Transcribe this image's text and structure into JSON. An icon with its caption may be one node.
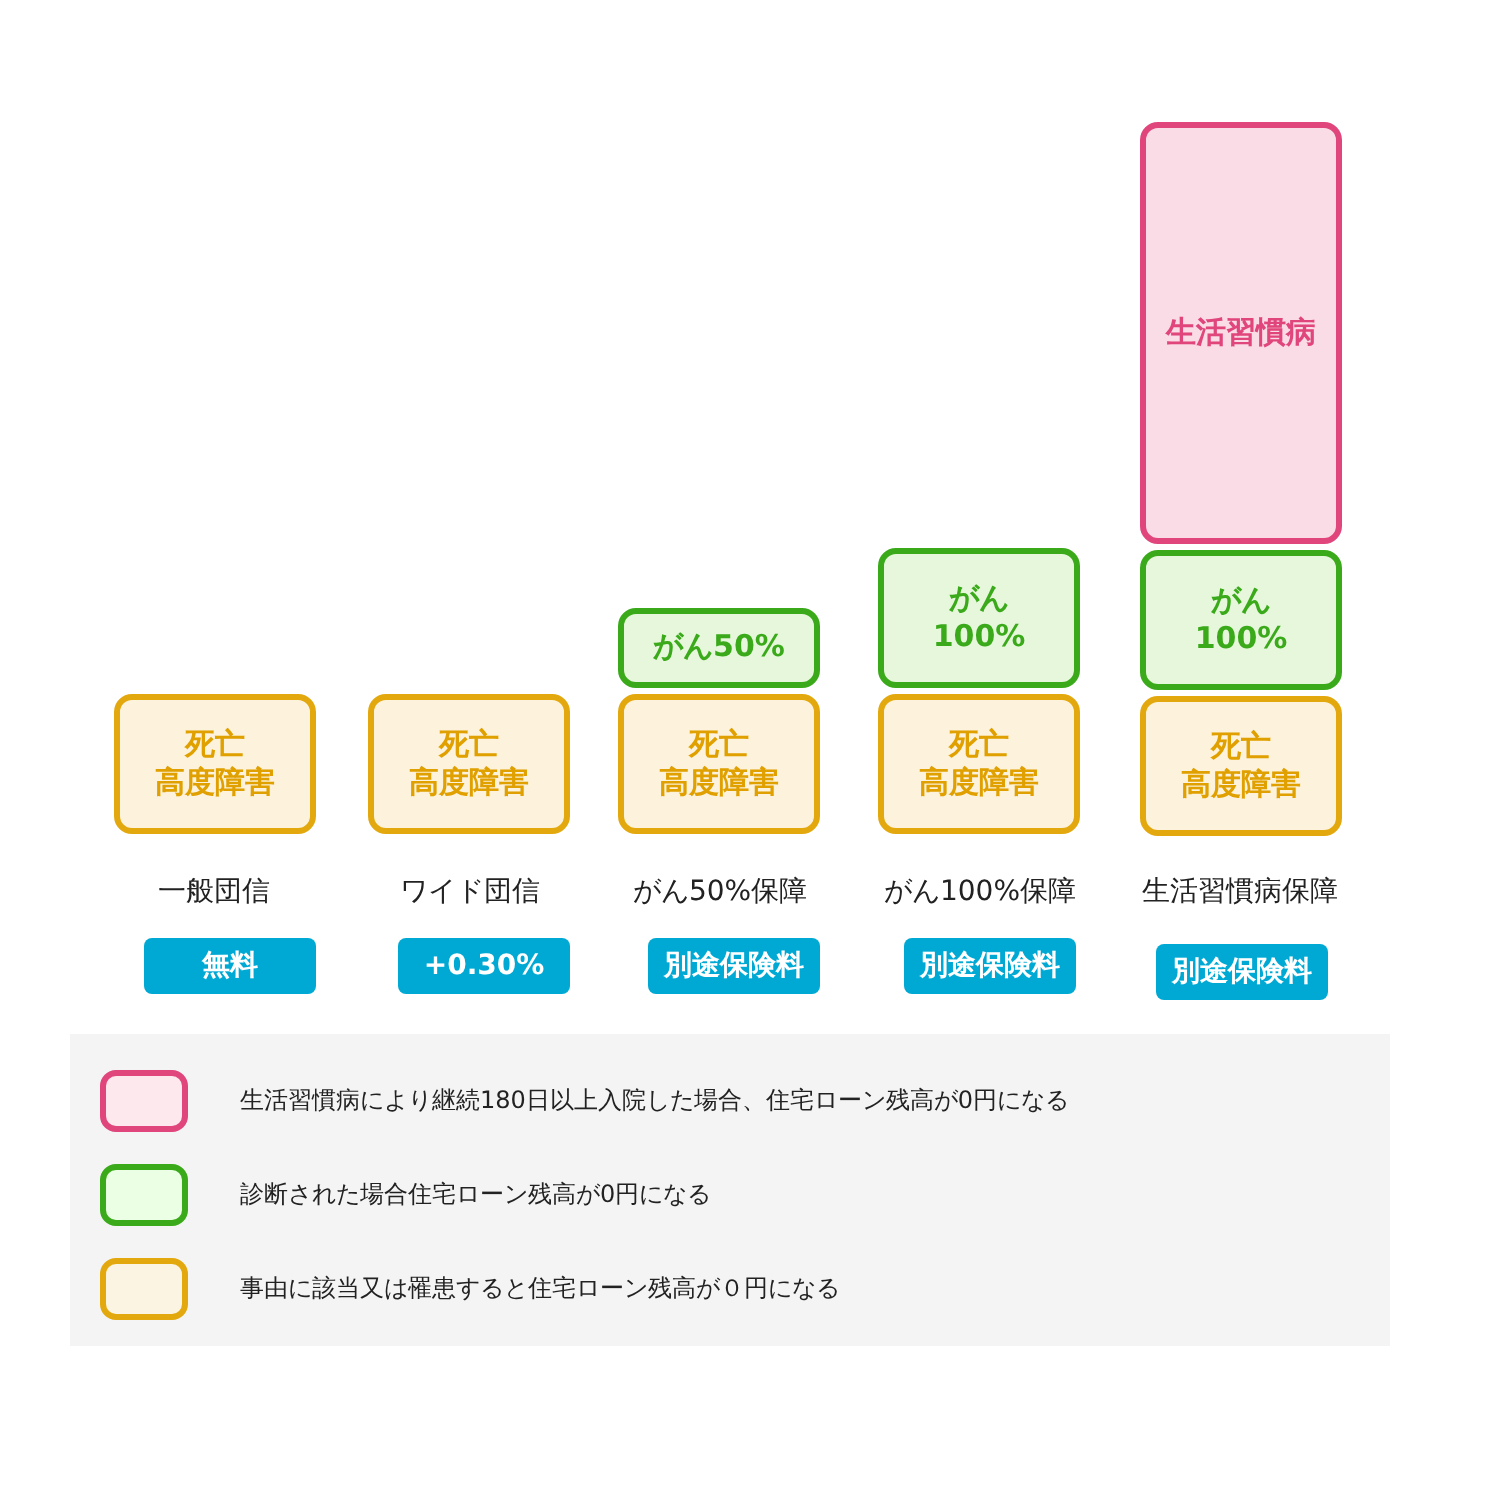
{
  "diagram": {
    "nodes": [
      {
        "text": [
          "生活習慣病"
        ]
      },
      {
        "text": [
          "がん100%"
        ]
      },
      {
        "text": [
          "がん100%"
        ]
      },
      {
        "text": [
          "がん50%"
        ]
      },
      {
        "text": [
          "死亡高度障害"
        ]
      },
      {
        "text": [
          "死亡高度障害"
        ]
      },
      {
        "text": [
          "死亡高度障害"
        ]
      },
      {
        "text": [
          "死亡高度障害"
        ]
      },
      {
        "text": [
          "死亡高度障害"
        ]
      },
      {
        "text": [
          "無料"
        ]
      },
      {
        "text": [
          "+0.30%"
        ]
      },
      {
        "text": [
          "別途保険料"
        ]
      },
      {
        "text": [
          "別途保険料"
        ]
      },
      {
        "text": [
          "別途保険料"
        ]
      }
    ],
    "edges": [],
    "labels": [
      "一般団信",
      "ワイド団信",
      "がん50%保障",
      "がん100%保障",
      "生活習慣病保障"
    ],
    "legend": [
      {
        "text": "生活習慣病により継続180日以上入院した場合、住宅ローン残高が0円になる",
        "color": "#fde8ee"
      },
      {
        "text": "診断された場合住宅ローン残高が0円になる",
        "color": "#eaffe3"
      },
      {
        "text": "事由に該当又は罹患すると住宅ローン残高が０円になる",
        "color": "#fcf4e2"
      }
    ]
  }
}
